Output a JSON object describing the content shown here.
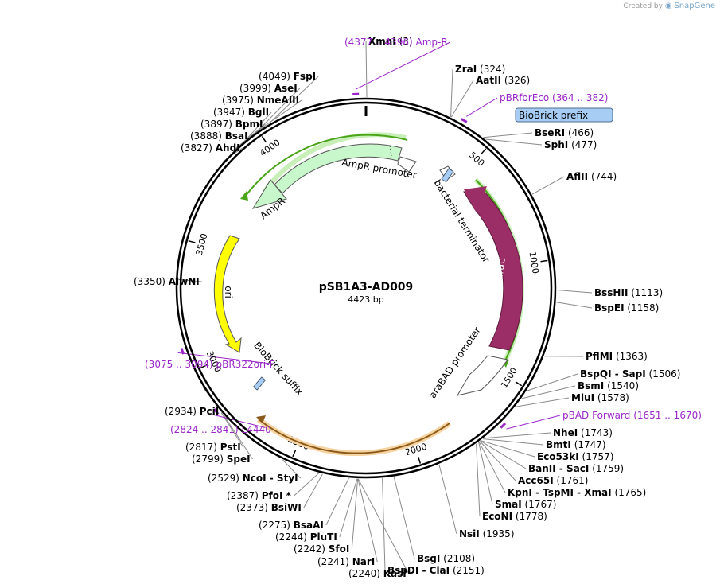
{
  "credit": {
    "prefix": "Created by",
    "brand": "SnapGene"
  },
  "plasmid": {
    "name": "pSB1A3-AD009",
    "size_label": "4423 bp",
    "length": 4423
  },
  "ticks": [
    {
      "bp": 500,
      "label": "500"
    },
    {
      "bp": 1000,
      "label": "1000"
    },
    {
      "bp": 1500,
      "label": "1500"
    },
    {
      "bp": 2000,
      "label": "2000"
    },
    {
      "bp": 2500,
      "label": "2500"
    },
    {
      "bp": 3000,
      "label": "3000"
    },
    {
      "bp": 3500,
      "label": "3500"
    },
    {
      "bp": 4000,
      "label": "4000"
    }
  ],
  "enzymes": [
    {
      "name": "XmnI",
      "pos": "(3)",
      "bp": 3
    },
    {
      "name": "ZraI",
      "pos": "(324)",
      "bp": 324
    },
    {
      "name": "AatII",
      "pos": "(326)",
      "bp": 326
    },
    {
      "name": "BseRI",
      "pos": "(466)",
      "bp": 466
    },
    {
      "name": "SphI",
      "pos": "(477)",
      "bp": 477
    },
    {
      "name": "AflII",
      "pos": "(744)",
      "bp": 744
    },
    {
      "name": "BssHII",
      "pos": "(1113)",
      "bp": 1113
    },
    {
      "name": "BspEI",
      "pos": "(1158)",
      "bp": 1158
    },
    {
      "name": "PflMI",
      "pos": "(1363)",
      "bp": 1363
    },
    {
      "name": "BspQI  - SapI",
      "pos": "(1506)",
      "bp": 1506
    },
    {
      "name": "BsmI",
      "pos": "(1540)",
      "bp": 1540
    },
    {
      "name": "MluI",
      "pos": "(1578)",
      "bp": 1578
    },
    {
      "name": "NheI",
      "pos": "(1743)",
      "bp": 1743
    },
    {
      "name": "BmtI",
      "pos": "(1747)",
      "bp": 1747
    },
    {
      "name": "Eco53kI",
      "pos": "(1757)",
      "bp": 1757
    },
    {
      "name": "BanII  - SacI",
      "pos": "(1759)",
      "bp": 1759
    },
    {
      "name": "Acc65I",
      "pos": "(1761)",
      "bp": 1761
    },
    {
      "name": "KpnI  - TspMI  - XmaI",
      "pos": "(1765)",
      "bp": 1765
    },
    {
      "name": "SmaI",
      "pos": "(1767)",
      "bp": 1767
    },
    {
      "name": "EcoNI",
      "pos": "(1778)",
      "bp": 1778
    },
    {
      "name": "NsiI",
      "pos": "(1935)",
      "bp": 1935
    },
    {
      "name": "BsgI",
      "pos": "(2108)",
      "bp": 2108
    },
    {
      "name": "BspDI  - ClaI",
      "pos": "(2151)",
      "bp": 2151
    },
    {
      "name": "KasI",
      "pos": "(2240)",
      "bp": 2240
    },
    {
      "name": "NarI",
      "pos": "(2241)",
      "bp": 2241
    },
    {
      "name": "SfoI",
      "pos": "(2242)",
      "bp": 2242
    },
    {
      "name": "PluTI",
      "pos": "(2244)",
      "bp": 2244
    },
    {
      "name": "BsaAI",
      "pos": "(2275)",
      "bp": 2275
    },
    {
      "name": "BsiWI",
      "pos": "(2373)",
      "bp": 2373
    },
    {
      "name": "PfoI *",
      "pos": "(2387)",
      "bp": 2387
    },
    {
      "name": "NcoI  - StyI",
      "pos": "(2529)",
      "bp": 2529
    },
    {
      "name": "SpeI",
      "pos": "(2799)",
      "bp": 2799
    },
    {
      "name": "PstI",
      "pos": "(2817)",
      "bp": 2817
    },
    {
      "name": "PciI",
      "pos": "(2934)",
      "bp": 2934
    },
    {
      "name": "AlwNI",
      "pos": "(3350)",
      "bp": 3350
    },
    {
      "name": "AhdI",
      "pos": "(3827)",
      "bp": 3827
    },
    {
      "name": "BsaI",
      "pos": "(3888)",
      "bp": 3888
    },
    {
      "name": "BpmI",
      "pos": "(3897)",
      "bp": 3897
    },
    {
      "name": "BglI",
      "pos": "(3947)",
      "bp": 3947
    },
    {
      "name": "NmeAIII",
      "pos": "(3975)",
      "bp": 3975
    },
    {
      "name": "AseI",
      "pos": "(3999)",
      "bp": 3999
    },
    {
      "name": "FspI",
      "pos": "(4049)",
      "bp": 4049
    }
  ],
  "primers": [
    {
      "name": "Amp-R",
      "range": "(4377 .. 4396)",
      "bp": 4386
    },
    {
      "name": "pBRforEco",
      "range": "(364 .. 382)",
      "bp": 373
    },
    {
      "name": "pBAD Forward",
      "range": "(1651 .. 1670)",
      "bp": 1660
    },
    {
      "name": "L4440",
      "range": "(2824 .. 2841)",
      "bp": 2832
    },
    {
      "name": "pBR322ori-F",
      "range": "(3075 .. 3094)",
      "bp": 3084
    }
  ],
  "features": {
    "biobrick_prefix": "BioBrick prefix",
    "ampr_promoter": "AmpR promoter",
    "bacterial_terminator": "bacterial terminator",
    "arac": "araC",
    "arabad_promoter": "araBAD promoter",
    "ampr": "AmpR",
    "ori": "ori",
    "biobrick_suffix": "BioBrick suffix"
  },
  "colors": {
    "arac": "#9c2e67",
    "ampr": "#c9f7cc",
    "ori": "#ffff00",
    "biobrick": "#a7cdf5",
    "primer": "#9b27c9",
    "orf_green": "#4aa51a",
    "orf_orange": "#e3a64b"
  }
}
